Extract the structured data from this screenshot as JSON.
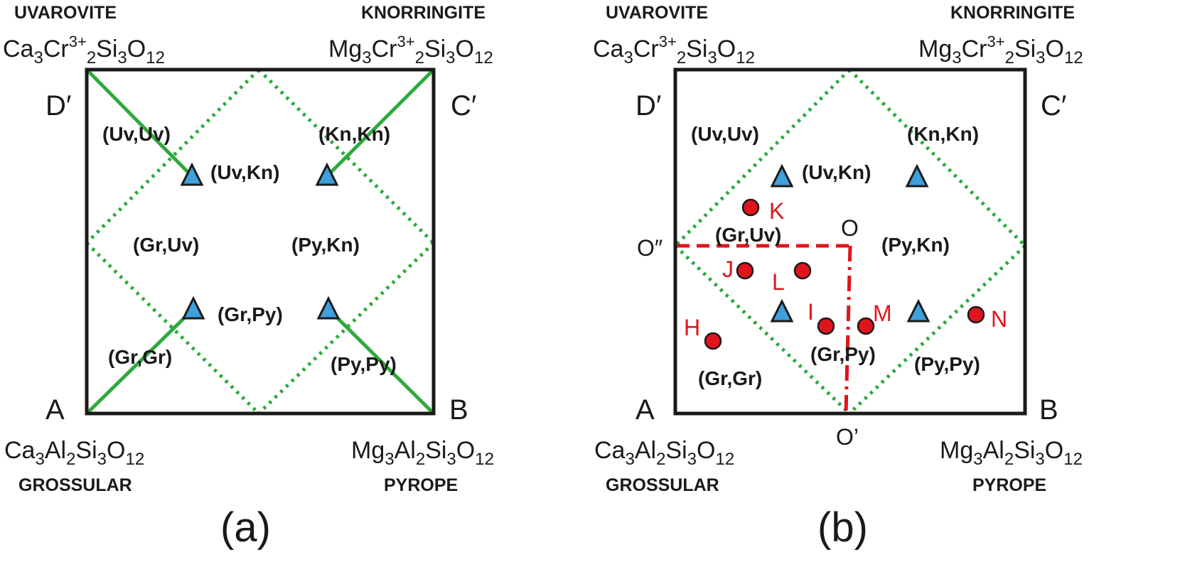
{
  "minerals": {
    "uvarovite": "UVAROVITE",
    "knorringite": "KNORRINGITE",
    "grossular": "GROSSULAR",
    "pyrope": "PYROPE"
  },
  "formulas": {
    "uvarovite": [
      "Ca",
      "3",
      "Cr",
      "3+",
      "2",
      "Si",
      "3",
      "O",
      "12"
    ],
    "knorringite": [
      "Mg",
      "3",
      "Cr",
      "3+",
      "2",
      "Si",
      "3",
      "O",
      "12"
    ],
    "grossular": [
      "Ca",
      "3",
      "Al",
      "2",
      "Si",
      "3",
      "O",
      "12"
    ],
    "pyrope": [
      "Mg",
      "3",
      "Al",
      "2",
      "Si",
      "3",
      "O",
      "12"
    ]
  },
  "corners": {
    "A": "A",
    "B": "B",
    "C": "C′",
    "D": "D′"
  },
  "regions": {
    "uv_uv": "(Uv,Uv)",
    "kn_kn": "(Kn,Kn)",
    "uv_kn": "(Uv,Kn)",
    "gr_uv": "(Gr,Uv)",
    "py_kn": "(Py,Kn)",
    "gr_py": "(Gr,Py)",
    "gr_gr": "(Gr,Gr)",
    "py_py": "(Py,Py)"
  },
  "panel_labels": {
    "a": "(a)",
    "b": "(b)"
  },
  "o_points": {
    "O": "O",
    "O_double_prime": "O″",
    "O_prime": "O’"
  },
  "sample_points": [
    "H",
    "I",
    "J",
    "K",
    "L",
    "M",
    "N"
  ],
  "colors": {
    "frame": "#1a1a1a",
    "green_line": "#2eaa3c",
    "red": "#e0141c",
    "triangle": "#3ea0dc"
  }
}
